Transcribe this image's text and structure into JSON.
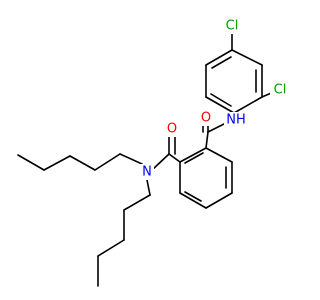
{
  "molecule": {
    "atoms": {
      "cl_top": {
        "text": "Cl",
        "color": "#00a000"
      },
      "cl_right": {
        "text": "Cl",
        "color": "#00a000"
      },
      "nh": {
        "text": "NH",
        "color": "#0000ff"
      },
      "o_upper": {
        "text": "O",
        "color": "#ff0000"
      },
      "o_lower": {
        "text": "O",
        "color": "#ff0000"
      },
      "n_amide": {
        "text": "N",
        "color": "#0000ff"
      }
    }
  }
}
